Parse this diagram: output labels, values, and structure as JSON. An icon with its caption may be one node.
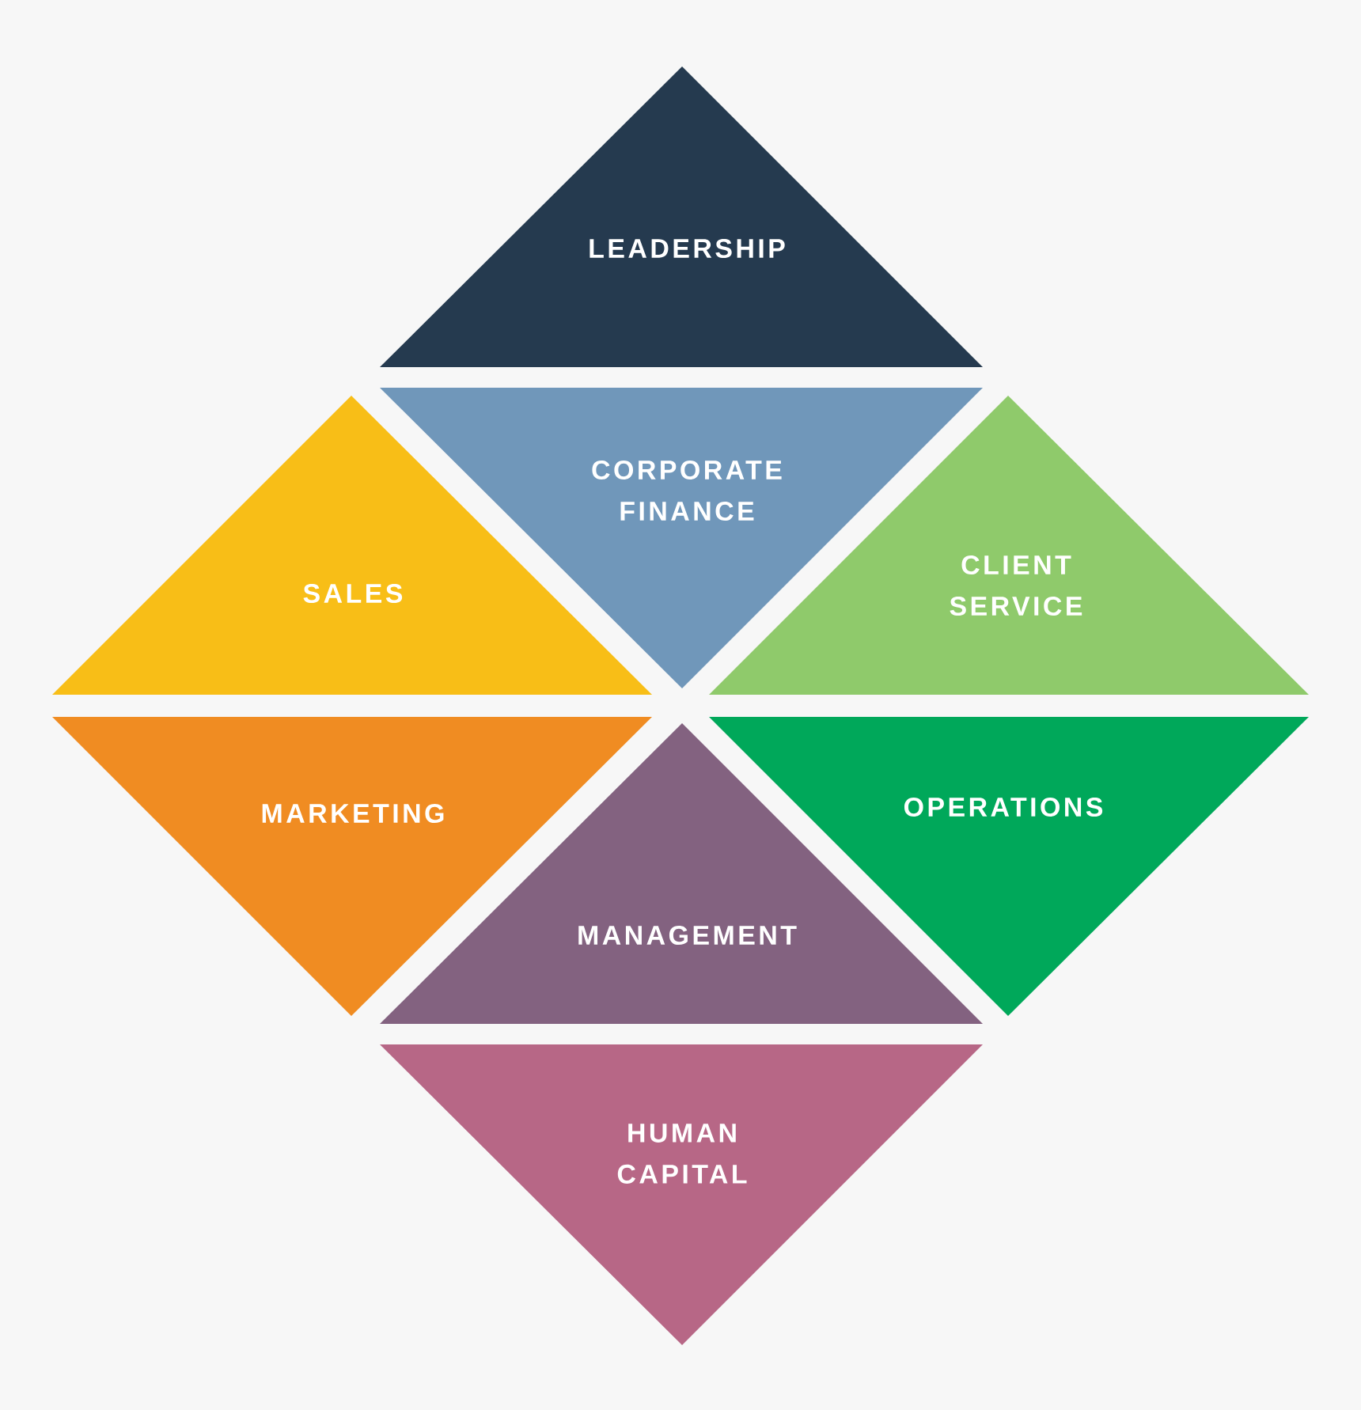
{
  "diagram": {
    "nodes": [
      {
        "text": [
          "LEADERSHIP"
        ]
      },
      {
        "text": [
          "SALES"
        ]
      },
      {
        "text": [
          "CORPORATE FINANCE"
        ]
      },
      {
        "text": [
          "CLIENT SERVICE"
        ]
      },
      {
        "text": [
          "MARKETING"
        ]
      },
      {
        "text": [
          "MANAGEMENT"
        ]
      },
      {
        "text": [
          "OPERATIONS"
        ]
      },
      {
        "text": [
          "HUMAN CAPITAL"
        ]
      }
    ]
  }
}
